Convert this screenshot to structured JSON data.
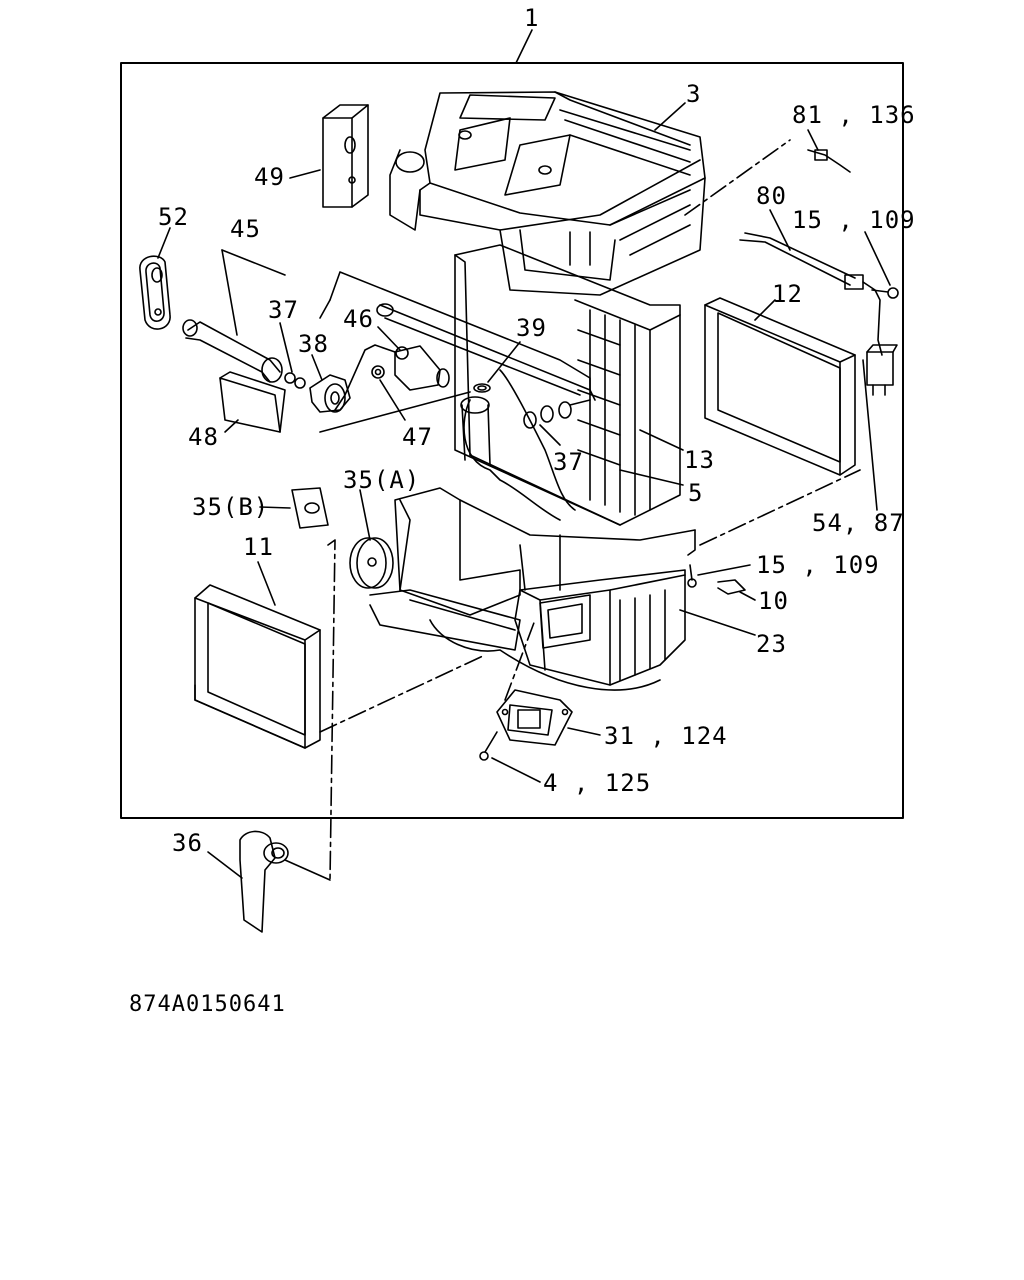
{
  "diagram": {
    "reference_code": "874A0150641",
    "callouts": [
      {
        "id": "c1",
        "text": "1"
      },
      {
        "id": "c3",
        "text": "3"
      },
      {
        "id": "c81",
        "text": "81 , 136"
      },
      {
        "id": "c80",
        "text": "80"
      },
      {
        "id": "c15a",
        "text": "15 , 109"
      },
      {
        "id": "c49",
        "text": "49"
      },
      {
        "id": "c52",
        "text": "52"
      },
      {
        "id": "c45",
        "text": "45"
      },
      {
        "id": "c37a",
        "text": "37"
      },
      {
        "id": "c46",
        "text": "46"
      },
      {
        "id": "c38",
        "text": "38"
      },
      {
        "id": "c39",
        "text": "39"
      },
      {
        "id": "c12",
        "text": "12"
      },
      {
        "id": "c48",
        "text": "48"
      },
      {
        "id": "c47",
        "text": "47"
      },
      {
        "id": "c37b",
        "text": "37"
      },
      {
        "id": "c13",
        "text": "13"
      },
      {
        "id": "c5",
        "text": "5"
      },
      {
        "id": "c35a",
        "text": "35(A)"
      },
      {
        "id": "c35b",
        "text": "35(B)"
      },
      {
        "id": "c54",
        "text": "54, 87"
      },
      {
        "id": "c11",
        "text": "11"
      },
      {
        "id": "c15b",
        "text": "15 , 109"
      },
      {
        "id": "c10",
        "text": "10"
      },
      {
        "id": "c23",
        "text": "23"
      },
      {
        "id": "c31",
        "text": "31 , 124"
      },
      {
        "id": "c4",
        "text": "4 , 125"
      },
      {
        "id": "c36",
        "text": "36"
      }
    ]
  }
}
